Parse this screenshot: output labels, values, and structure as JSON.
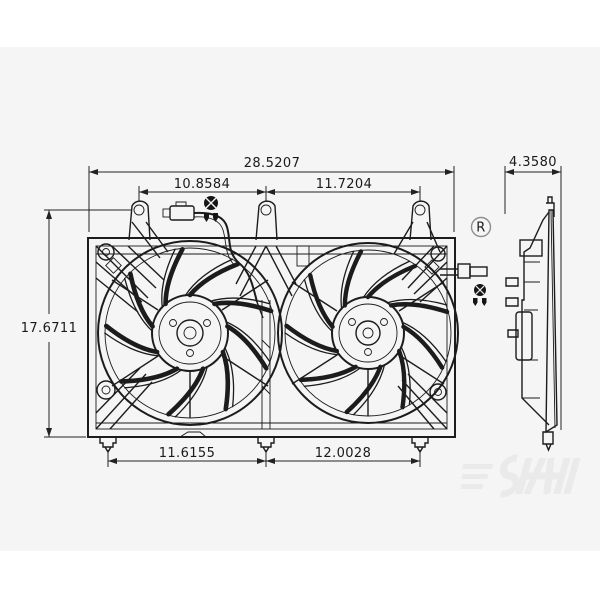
{
  "page": {
    "background_color": "#ffffff",
    "photo_background_color": "#f5f5f5"
  },
  "diagram": {
    "subject": "dual-radiator-cooling-fan-assembly-technical-drawing",
    "views": {
      "front": "front-view-dual-fan-shroud",
      "side": "side-profile-view"
    },
    "registered_mark_letter": "R",
    "dimensions": {
      "overall_width": "28.5207",
      "upper_left_span": "10.8584",
      "upper_right_span": "11.7204",
      "overall_height": "17.6711",
      "lower_left_span": "11.6155",
      "lower_right_span": "12.0028",
      "side_depth": "4.3580"
    },
    "colors": {
      "line": "#1c1c1c",
      "dimension_text": "#1a1a1a",
      "registered_mark_gray": "#8f8f8f",
      "watermark_gray": "#e9e9e9"
    }
  }
}
